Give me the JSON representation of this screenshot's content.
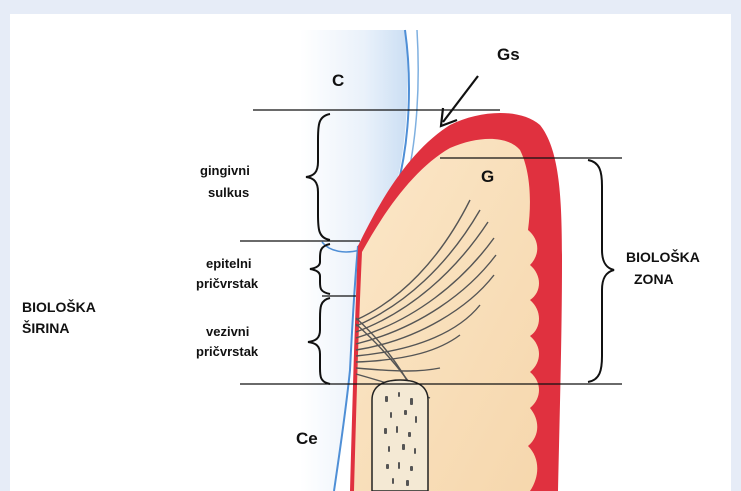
{
  "labels": {
    "gs": "Gs",
    "c": "C",
    "g": "G",
    "ce": "Ce",
    "gingivni": "gingivni",
    "sulkus": "sulkus",
    "epitelni": "epitelni",
    "pricvrstak_epi": "pričvrstak",
    "vezivni": "vezivni",
    "pricvrstak_vez": "pričvrstak",
    "bioloska_sirina_1": "BIOLOŠKA",
    "bioloska_sirina_2": "ŠIRINA",
    "bioloska_zona_1": "BIOLOŠKA",
    "bioloska_zona_2": "ZONA"
  },
  "colors": {
    "background": "#e6ecf7",
    "panel": "#ffffff",
    "gingiva_outer": "#e0313f",
    "gingiva_inner": "#f8dcb8",
    "tooth_blue": "#7fb0e0",
    "bone_fill": "#f4e9d4",
    "fibers": "#555555",
    "lines": "#111111"
  }
}
